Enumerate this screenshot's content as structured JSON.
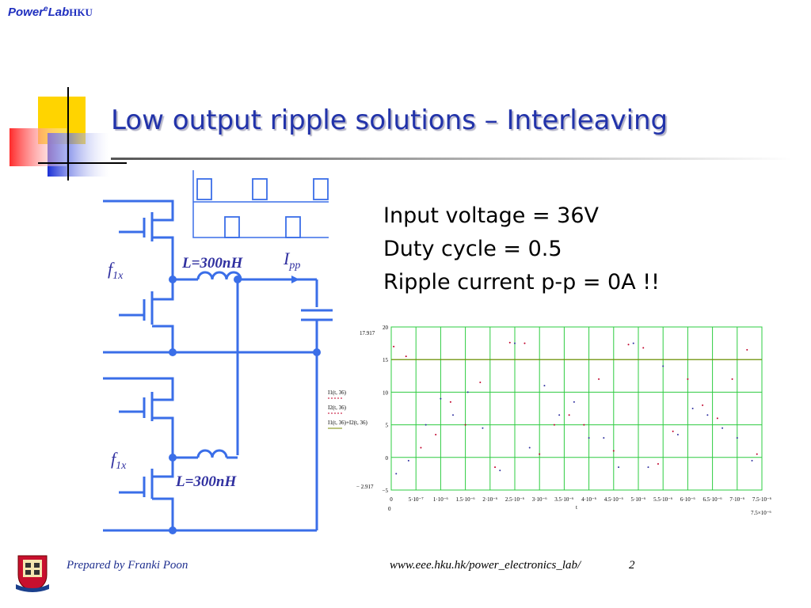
{
  "header": {
    "brand_main": "Power",
    "brand_sup": "e",
    "brand_lab": "Lab",
    "brand_org": "HKU"
  },
  "slide": {
    "title": "Low output ripple solutions – Interleaving"
  },
  "info": {
    "lines": [
      "Input voltage = 36V",
      "Duty cycle = 0.5",
      "Ripple current p-p = 0A !!"
    ]
  },
  "circuit": {
    "f_symbol": "f",
    "f_subscript": "1x",
    "inductor_top_label": "L=300nH",
    "inductor_bottom_label": "L=300nH",
    "current_symbol": "I",
    "current_subscript": "pp"
  },
  "footer": {
    "prepared_by": "Prepared by Franki Poon",
    "url": "www.eee.hku.hk/power_electronics_lab/",
    "page": "2"
  },
  "colors": {
    "wire": "#3a6ee8",
    "title": "#2233aa",
    "grid": "#2ecc40",
    "trace": "#c0002a",
    "hline": "#7a8a00"
  },
  "chart_data": {
    "type": "scatter",
    "xlim": [
      0,
      7.5e-06
    ],
    "ylim": [
      -5,
      20
    ],
    "x_tick_labels": [
      "0",
      "5·10⁻⁷",
      "1·10⁻⁶",
      "1.5·10⁻⁶",
      "2·10⁻⁶",
      "2.5·10⁻⁶",
      "3·10⁻⁶",
      "3.5·10⁻⁶",
      "4·10⁻⁶",
      "4.5·10⁻⁶",
      "5·10⁻⁶",
      "5.5·10⁻⁶",
      "6·10⁻⁶",
      "6.5·10⁻⁶",
      "7·10⁻⁶",
      "7.5·10⁻⁶"
    ],
    "y_ticks": [
      -5,
      0,
      5,
      10,
      15,
      20
    ],
    "y_tick_labels": [
      "−5",
      "0",
      "5",
      "10",
      "15",
      "20"
    ],
    "xlabel": "t",
    "ymax_label": "17.917",
    "ymin_label": "− 2.917",
    "x_start_label": "0",
    "x_end_label": "7.5×10⁻⁶",
    "legend": [
      "I1(t, 36)",
      "I2(t, 36)",
      "I1(t, 36)+I2(t, 36)"
    ],
    "series": [
      {
        "name": "I1(t, 36)",
        "x": [
          5e-08,
          3e-07,
          6e-07,
          9e-07,
          1.2e-06,
          1.5e-06,
          1.8e-06,
          2.1e-06,
          2.4e-06,
          2.7e-06,
          3e-06,
          3.3e-06,
          3.6e-06,
          3.9e-06,
          4.2e-06,
          4.5e-06,
          4.8e-06,
          5.1e-06,
          5.4e-06,
          5.7e-06,
          6e-06,
          6.3e-06,
          6.6e-06,
          6.9e-06,
          7.2e-06,
          7.4e-06
        ],
        "y": [
          17.0,
          15.5,
          1.5,
          3.5,
          8.5,
          5.0,
          11.5,
          -1.5,
          17.6,
          17.5,
          0.5,
          5.0,
          6.5,
          5.0,
          12.0,
          1.0,
          17.3,
          16.8,
          -1.0,
          4.0,
          12.0,
          8.0,
          6.0,
          12.0,
          16.5,
          0.5
        ]
      },
      {
        "name": "I2(t, 36)",
        "x": [
          1e-07,
          3.5e-07,
          7e-07,
          1e-06,
          1.25e-06,
          1.55e-06,
          1.85e-06,
          2.2e-06,
          2.5e-06,
          2.8e-06,
          3.1e-06,
          3.4e-06,
          3.7e-06,
          4e-06,
          4.3e-06,
          4.6e-06,
          4.9e-06,
          5.2e-06,
          5.5e-06,
          5.8e-06,
          6.1e-06,
          6.4e-06,
          6.7e-06,
          7e-06,
          7.3e-06
        ],
        "y": [
          -2.5,
          -0.5,
          5.0,
          9.0,
          6.5,
          10.0,
          4.5,
          -2.0,
          17.5,
          1.5,
          11.0,
          6.5,
          8.5,
          3.0,
          3.0,
          -1.5,
          17.5,
          -1.5,
          14.0,
          3.5,
          7.5,
          6.5,
          4.5,
          3.0,
          -0.5
        ]
      },
      {
        "name": "I1(t, 36)+I2(t, 36)",
        "x": [
          0,
          7.5e-06
        ],
        "y": [
          15.0,
          15.0
        ]
      }
    ]
  }
}
